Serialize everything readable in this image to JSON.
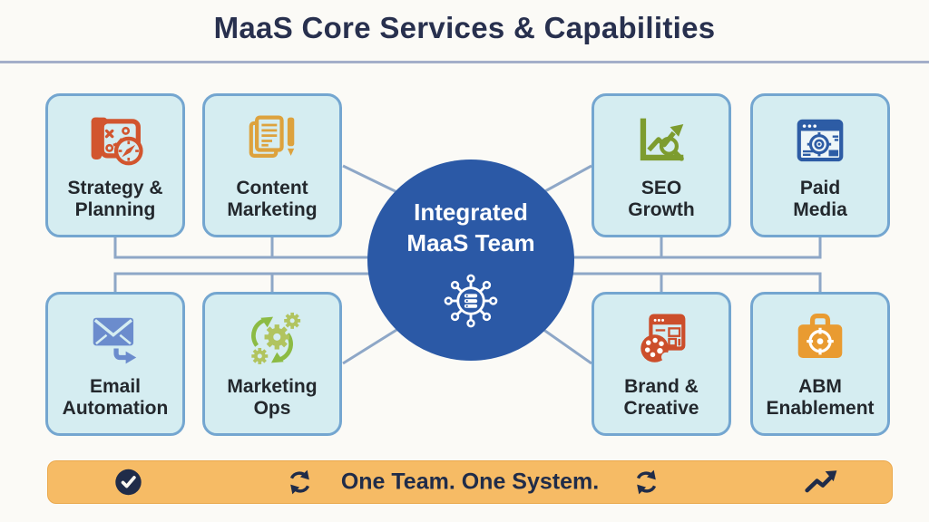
{
  "title": "MaaS Core Services & Capabilities",
  "center_hub": {
    "label": "Integrated\nMaaS Team",
    "icon": "hub-network-icon"
  },
  "services": [
    {
      "label": "Strategy &\nPlanning",
      "icon": "map-compass-icon",
      "icon_color": "#d2552e"
    },
    {
      "label": "Content\nMarketing",
      "icon": "documents-pencil-icon",
      "icon_color": "#dda23d"
    },
    {
      "label": "SEO\nGrowth",
      "icon": "chart-magnifier-icon",
      "icon_color": "#7d9c2f"
    },
    {
      "label": "Paid\nMedia",
      "icon": "browser-target-icon",
      "icon_color": "#2d5ca5"
    },
    {
      "label": "Email\nAutomation",
      "icon": "envelope-arrow-icon",
      "icon_color": "#6b8ccd"
    },
    {
      "label": "Marketing\nOps",
      "icon": "gears-cycle-icon",
      "icon_color": "#a9c25d"
    },
    {
      "label": "Brand &\nCreative",
      "icon": "palette-browser-icon",
      "icon_color": "#cc4e2b"
    },
    {
      "label": "ABM\nEnablement",
      "icon": "briefcase-target-icon",
      "icon_color": "#e99b31"
    }
  ],
  "banner": {
    "text": "One Team. One System.",
    "icons": [
      "check-circle-icon",
      "sync-icon",
      "sync-icon",
      "trending-up-icon"
    ],
    "background": "#f6bb65",
    "foreground": "#202c49"
  },
  "colors": {
    "background": "#fbfaf6",
    "box_fill": "#d5edf1",
    "box_border": "#74a6d0",
    "connector": "#8ea7c7",
    "circle_fill": "#2b59a6",
    "title_text": "#28304e",
    "label_text": "#23282d",
    "divider": "#a3aec9"
  }
}
